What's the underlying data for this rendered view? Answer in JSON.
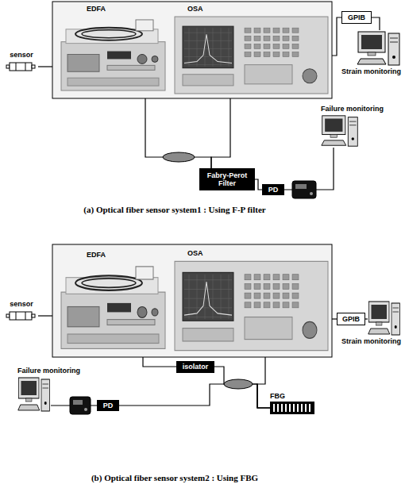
{
  "diagram": {
    "nodes": [
      {
        "text": [
          "sensor"
        ]
      },
      {
        "text": [
          "EDFA"
        ]
      },
      {
        "text": [
          "OSA"
        ]
      },
      {
        "text": [
          "GPIB"
        ]
      },
      {
        "text": [
          "Strain monitoring"
        ]
      },
      {
        "text": [
          "Failure monitoring"
        ]
      },
      {
        "text": [
          "Fabry-Perot Filter"
        ]
      },
      {
        "text": [
          "PD"
        ]
      },
      {
        "text": [
          "sensor"
        ]
      },
      {
        "text": [
          "EDFA"
        ]
      },
      {
        "text": [
          "OSA"
        ]
      },
      {
        "text": [
          "GPIB"
        ]
      },
      {
        "text": [
          "Strain monitoring"
        ]
      },
      {
        "text": [
          "isolator"
        ]
      },
      {
        "text": [
          "FBG"
        ]
      },
      {
        "text": [
          "PD"
        ]
      },
      {
        "text": [
          "Failure monitoring"
        ]
      }
    ],
    "edges": [
      {
        "from": 0,
        "to": 1,
        "arrow": "none"
      },
      {
        "from": 2,
        "to": 3,
        "arrow": "none"
      },
      {
        "from": 3,
        "to": 4,
        "arrow": "none"
      },
      {
        "from": 1,
        "to": 6,
        "arrow": "none"
      },
      {
        "from": 2,
        "to": 6,
        "arrow": "none"
      },
      {
        "from": 6,
        "to": 7,
        "arrow": "none"
      },
      {
        "from": 7,
        "to": 5,
        "arrow": "none"
      },
      {
        "from": 8,
        "to": 9,
        "arrow": "none"
      },
      {
        "from": 10,
        "to": 11,
        "arrow": "none"
      },
      {
        "from": 11,
        "to": 12,
        "arrow": "none"
      },
      {
        "from": 9,
        "to": 13,
        "arrow": "none"
      },
      {
        "from": 13,
        "to": 14,
        "arrow": "none"
      },
      {
        "from": 10,
        "to": 14,
        "arrow": "none"
      },
      {
        "from": 14,
        "to": 15,
        "arrow": "none"
      },
      {
        "from": 15,
        "to": 16,
        "arrow": "none"
      }
    ],
    "labels": [
      "(a) Optical fiber sensor system1 : Using F-P filter",
      "(b) Optical fiber sensor system2 : Using FBG"
    ]
  }
}
